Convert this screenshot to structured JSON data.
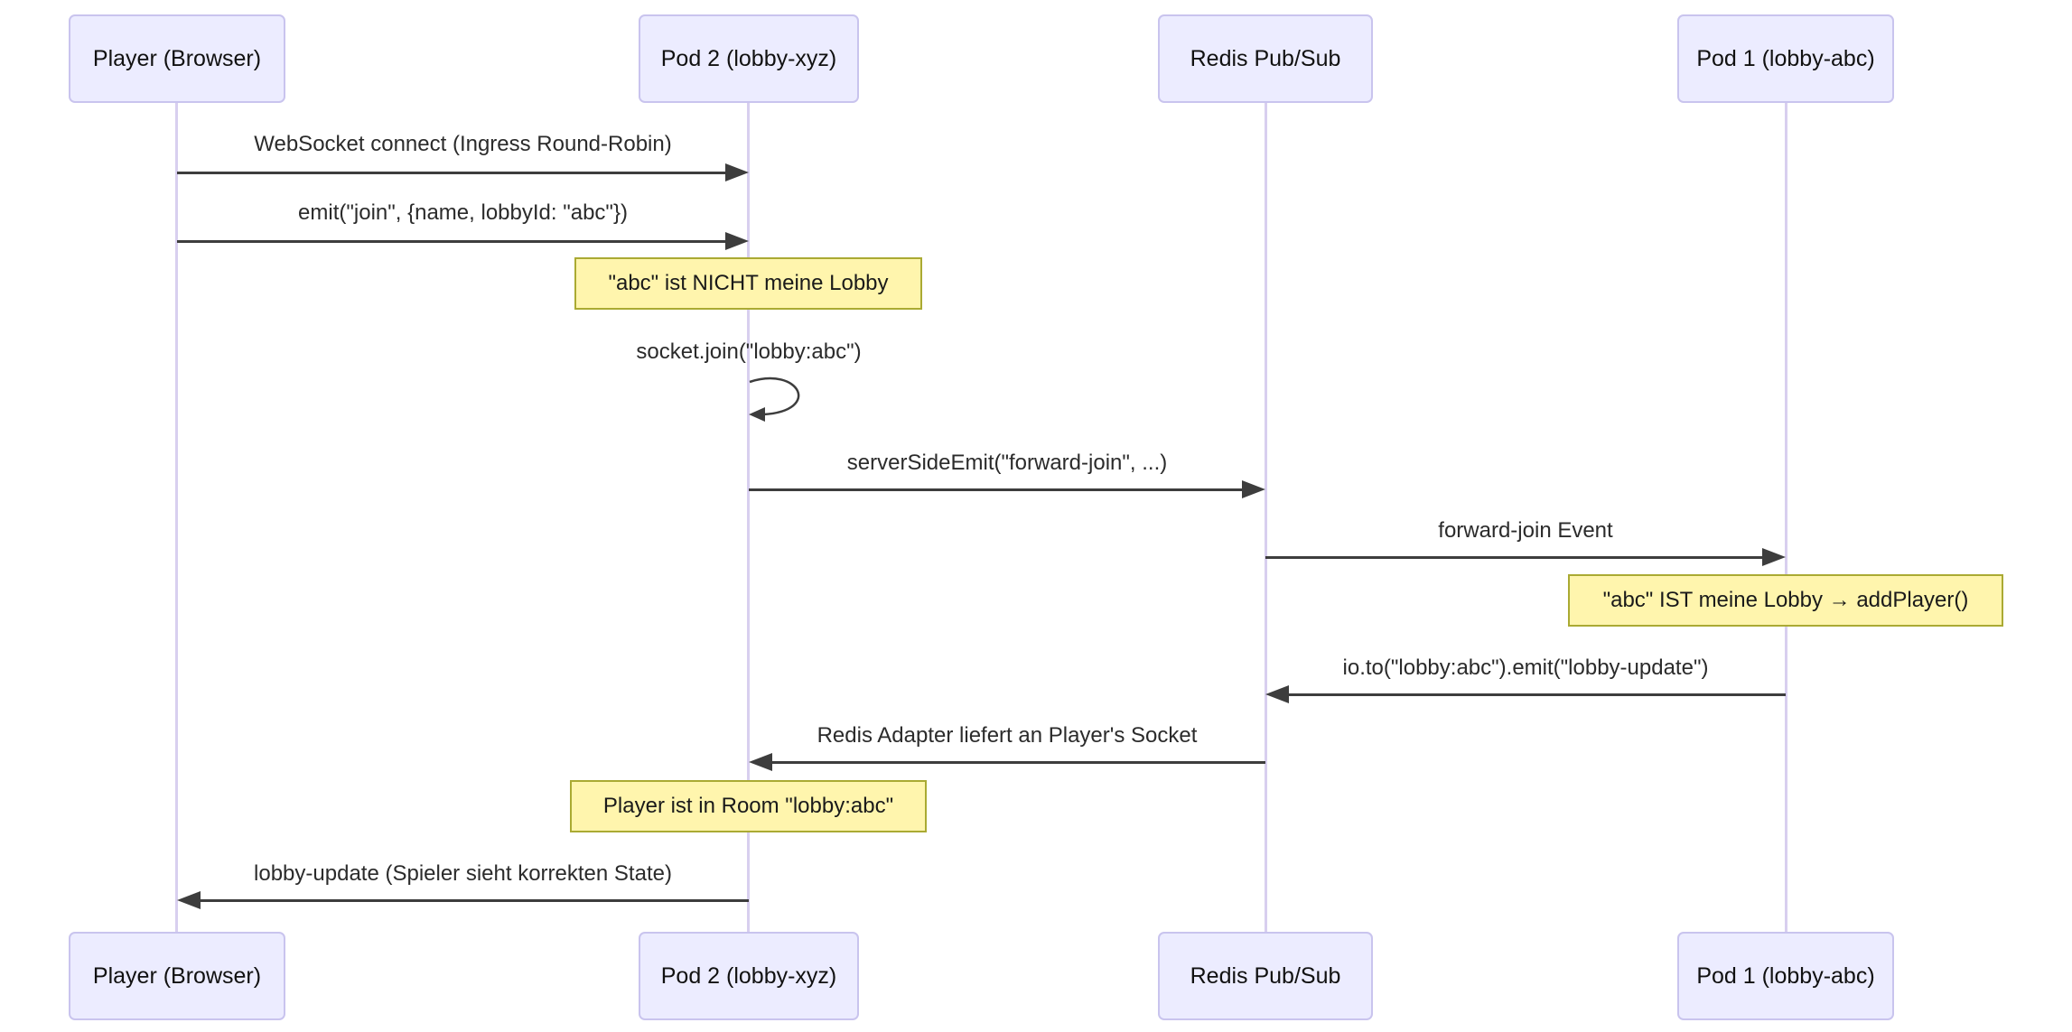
{
  "diagram_type": "sequence",
  "participants": [
    {
      "id": "player",
      "label": "Player (Browser)"
    },
    {
      "id": "pod2",
      "label": "Pod 2 (lobby-xyz)"
    },
    {
      "id": "redis",
      "label": "Redis Pub/Sub"
    },
    {
      "id": "pod1",
      "label": "Pod 1 (lobby-abc)"
    }
  ],
  "messages": [
    {
      "kind": "arrow",
      "from": "player",
      "to": "pod2",
      "text": "WebSocket connect (Ingress Round-Robin)"
    },
    {
      "kind": "arrow",
      "from": "player",
      "to": "pod2",
      "text": "emit(\"join\", {name, lobbyId: \"abc\"})"
    },
    {
      "kind": "note",
      "over": "pod2",
      "text": "\"abc\" ist NICHT meine Lobby"
    },
    {
      "kind": "self",
      "on": "pod2",
      "text": "socket.join(\"lobby:abc\")"
    },
    {
      "kind": "arrow",
      "from": "pod2",
      "to": "redis",
      "text": "serverSideEmit(\"forward-join\", ...)"
    },
    {
      "kind": "arrow",
      "from": "redis",
      "to": "pod1",
      "text": "forward-join Event"
    },
    {
      "kind": "note",
      "over": "pod1",
      "text": "\"abc\" IST meine Lobby → addPlayer()"
    },
    {
      "kind": "arrow",
      "from": "pod1",
      "to": "redis",
      "text": "io.to(\"lobby:abc\").emit(\"lobby-update\")"
    },
    {
      "kind": "arrow",
      "from": "redis",
      "to": "pod2",
      "text": "Redis Adapter liefert an Player's Socket"
    },
    {
      "kind": "note",
      "over": "pod2",
      "text": "Player ist in Room \"lobby:abc\""
    },
    {
      "kind": "arrow",
      "from": "pod2",
      "to": "player",
      "text": "lobby-update (Spieler sieht korrekten State)"
    }
  ],
  "colors": {
    "actor_fill": "#ECECFF",
    "actor_border": "#C9C4EE",
    "note_fill": "#FFF5AD",
    "note_border": "#AAAA33",
    "arrow": "#3D3D3D",
    "lifeline": "#D8CFEF",
    "text": "#262626",
    "background": "#FFFFFF"
  }
}
